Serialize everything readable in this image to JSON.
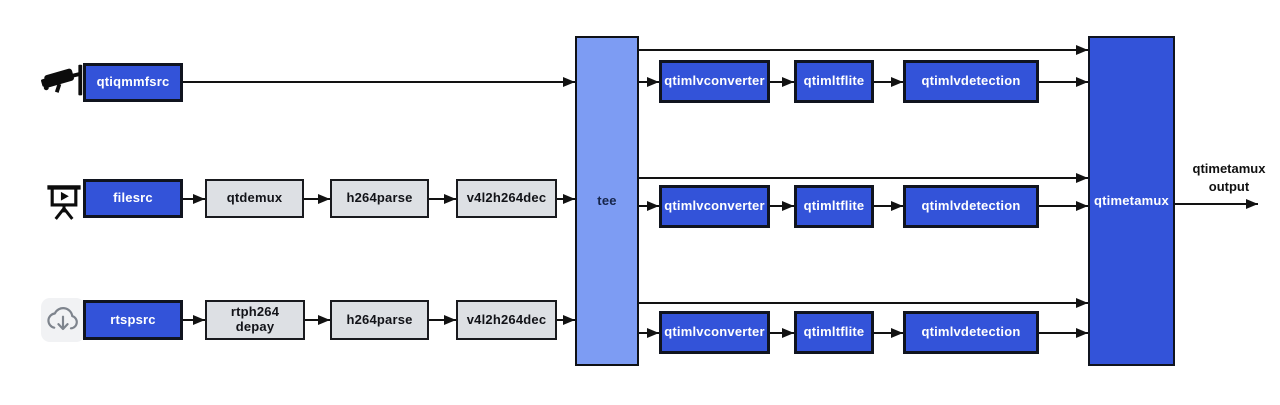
{
  "colors": {
    "node_blue": "#3353d9",
    "node_blue_border": "#10141f",
    "node_gray": "#dde0e4",
    "node_gray_border": "#191a1e",
    "tee_light_blue": "#7d9cf3",
    "wire_black": "#121212",
    "background": "#ffffff"
  },
  "nodes": {
    "qtiqmmfsrc": {
      "label": "qtiqmmfsrc"
    },
    "filesrc": {
      "label": "filesrc"
    },
    "qtdemux": {
      "label": "qtdemux"
    },
    "h264parse_file": {
      "label": "h264parse"
    },
    "v4l2h264dec_file": {
      "label": "v4l2h264dec"
    },
    "rtspsrc": {
      "label": "rtspsrc"
    },
    "rtph264depay": {
      "line1": "rtph264",
      "line2": "depay"
    },
    "h264parse_rtsp": {
      "label": "h264parse"
    },
    "v4l2h264dec_rtsp": {
      "label": "v4l2h264dec"
    },
    "tee": {
      "label": "tee"
    },
    "qtimetamux": {
      "label": "qtimetamux"
    }
  },
  "branches": [
    {
      "converter": {
        "label": "qtimlvconverter"
      },
      "tflite": {
        "label": "qtimltflite"
      },
      "detection": {
        "label": "qtimlvdetection"
      }
    },
    {
      "converter": {
        "label": "qtimlvconverter"
      },
      "tflite": {
        "label": "qtimltflite"
      },
      "detection": {
        "label": "qtimlvdetection"
      }
    },
    {
      "converter": {
        "label": "qtimlvconverter"
      },
      "tflite": {
        "label": "qtimltflite"
      },
      "detection": {
        "label": "qtimlvdetection"
      }
    }
  ],
  "output": {
    "line1": "qtimetamux",
    "line2": "output"
  },
  "icons": {
    "source1": "cctv-camera-icon",
    "source2": "presentation-play-icon",
    "source3": "cloud-download-icon"
  }
}
